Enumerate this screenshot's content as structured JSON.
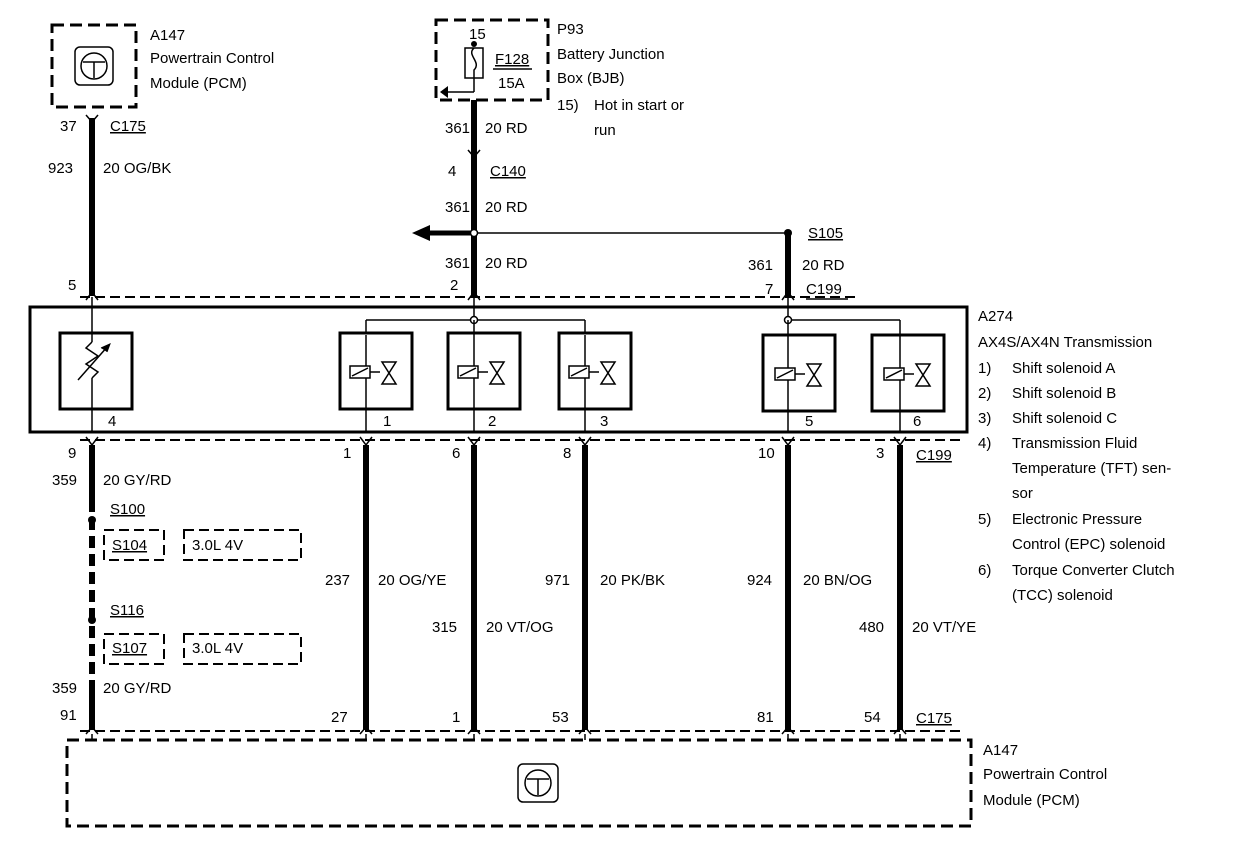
{
  "pcm_top": {
    "id": "A147",
    "name_line1": "Powertrain Control",
    "name_line2": "Module (PCM)"
  },
  "pcm_top_pin": "37",
  "pcm_top_connector": "C175",
  "pcm_wire": {
    "circuit": "923",
    "spec": "20 OG/BK"
  },
  "bjb": {
    "id": "P93",
    "name_line1": "Battery Junction",
    "name_line2": "Box (BJB)",
    "note_num": "15)",
    "note_line1": "Hot in start or",
    "note_line2": "run",
    "pin": "15",
    "fuse": "F128",
    "fuse_rating": "15A"
  },
  "bjb_wire1": {
    "circuit": "361",
    "spec": "20 RD"
  },
  "c140": {
    "pin": "4",
    "name": "C140"
  },
  "bjb_wire2": {
    "circuit": "361",
    "spec": "20 RD"
  },
  "s105": "S105",
  "bjb_wire3": {
    "circuit": "361",
    "spec": "20 RD"
  },
  "s105_wire": {
    "circuit": "361",
    "spec": "20 RD"
  },
  "c199_top": {
    "pin_pcm": "5",
    "pin_power": "2",
    "pin_s105": "7",
    "name": "C199"
  },
  "trans": {
    "id": "A274",
    "name": "AX4S/AX4N Transmission",
    "legend": [
      {
        "num": "1)",
        "lines": [
          "Shift solenoid A"
        ]
      },
      {
        "num": "2)",
        "lines": [
          "Shift solenoid B"
        ]
      },
      {
        "num": "3)",
        "lines": [
          "Shift solenoid C"
        ]
      },
      {
        "num": "4)",
        "lines": [
          "Transmission Fluid",
          "Temperature (TFT) sen-",
          "sor"
        ]
      },
      {
        "num": "5)",
        "lines": [
          "Electronic Pressure",
          "Control (EPC) solenoid"
        ]
      },
      {
        "num": "6)",
        "lines": [
          "Torque Converter Clutch",
          "(TCC) solenoid"
        ]
      }
    ],
    "component_labels": [
      "4",
      "1",
      "2",
      "3",
      "5",
      "6"
    ]
  },
  "c199_bottom": {
    "pins": [
      "9",
      "1",
      "6",
      "8",
      "10",
      "3"
    ],
    "name": "C199"
  },
  "tft_wire_top": {
    "circuit": "359",
    "spec": "20 GY/RD"
  },
  "splices": {
    "s100": "S100",
    "s104": "S104",
    "s104_note": "3.0L 4V",
    "s116": "S116",
    "s107": "S107",
    "s107_note": "3.0L 4V"
  },
  "tft_wire_bottom": {
    "circuit": "359",
    "spec": "20 GY/RD"
  },
  "wires": [
    {
      "circuit": "237",
      "spec": "20 OG/YE"
    },
    {
      "circuit": "315",
      "spec": "20 VT/OG"
    },
    {
      "circuit": "971",
      "spec": "20 PK/BK"
    },
    {
      "circuit": "924",
      "spec": "20 BN/OG"
    },
    {
      "circuit": "480",
      "spec": "20 VT/YE"
    }
  ],
  "c175_bottom": {
    "pins": [
      "91",
      "27",
      "1",
      "53",
      "81",
      "54"
    ],
    "name": "C175"
  },
  "pcm_bottom": {
    "id": "A147",
    "name_line1": "Powertrain Control",
    "name_line2": "Module (PCM)"
  }
}
